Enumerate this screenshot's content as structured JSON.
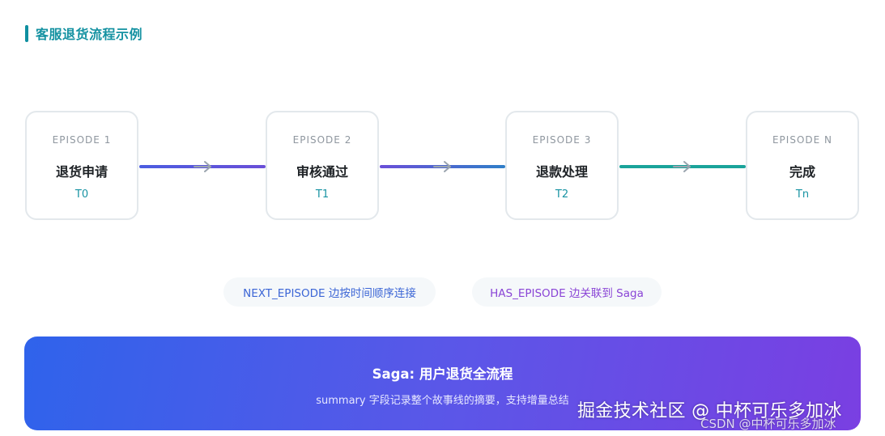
{
  "section": {
    "title": "客服退货流程示例",
    "accent": "#0f8fa0"
  },
  "episodes": [
    {
      "label": "EPISODE 1",
      "title": "退货申请",
      "time": "T0"
    },
    {
      "label": "EPISODE 2",
      "title": "审核通过",
      "time": "T1"
    },
    {
      "label": "EPISODE 3",
      "title": "退款处理",
      "time": "T2"
    },
    {
      "label": "EPISODE N",
      "title": "完成",
      "time": "Tn"
    }
  ],
  "connectors": [
    {
      "from": "EPISODE 1",
      "to": "EPISODE 2",
      "color_start": "#4b5de0",
      "color_end": "#6a4fd8"
    },
    {
      "from": "EPISODE 2",
      "to": "EPISODE 3",
      "color_start": "#6a4fd8",
      "color_end": "#2f7fc8"
    },
    {
      "from": "EPISODE 3",
      "to": "EPISODE N",
      "color_start": "#1aa39a",
      "color_end": "#1aa39a"
    }
  ],
  "legend": {
    "next_episode": "NEXT_EPISODE 边按时间顺序连接",
    "has_episode": "HAS_EPISODE 边关联到 Saga"
  },
  "saga": {
    "title": "Saga: 用户退货全流程",
    "summary": "summary 字段记录整个故事线的摘要，支持增量总结"
  },
  "watermark": {
    "main": "掘金技术社区 @ 中杯可乐多加冰",
    "sub": "CSDN @中杯可乐多加冰"
  },
  "colors": {
    "arrow": "#9aa4ae",
    "saga_gradient_start": "#2f63eb",
    "saga_gradient_end": "#7a3fe2"
  }
}
